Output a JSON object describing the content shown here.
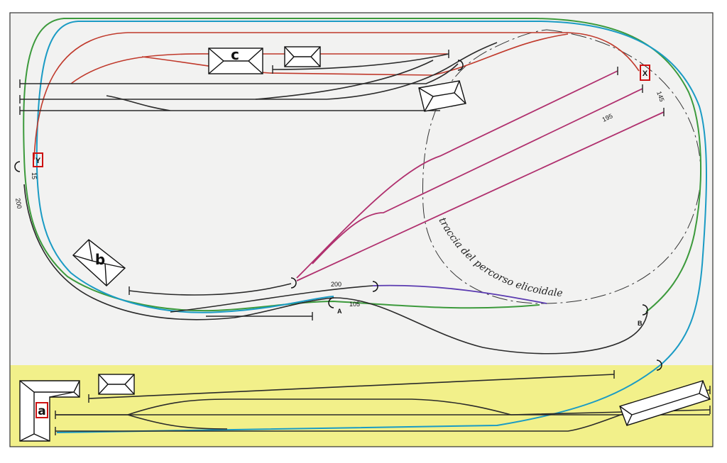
{
  "colors": {
    "paper": "#f2f2f1",
    "yellow_zone": "#f2f08a",
    "black_track": "#2a2a2a",
    "green_track": "#3c9a3c",
    "cyan_track": "#1a9bc4",
    "red_track": "#c0392b",
    "magenta_track": "#b0306e",
    "violet_track": "#5a3ab0",
    "marker_border": "#cc1111"
  },
  "buildings": {
    "a": "a",
    "b": "b",
    "c": "c"
  },
  "markers": {
    "x": "X",
    "y": "Y"
  },
  "points": {
    "a": "A",
    "b": "B"
  },
  "numbers": {
    "n200_left": "200",
    "n200_mid": "200",
    "n105": "105",
    "n195": "195",
    "n15": "15",
    "n145": "145"
  },
  "helix_label": "traccia del percorso elicoidale"
}
